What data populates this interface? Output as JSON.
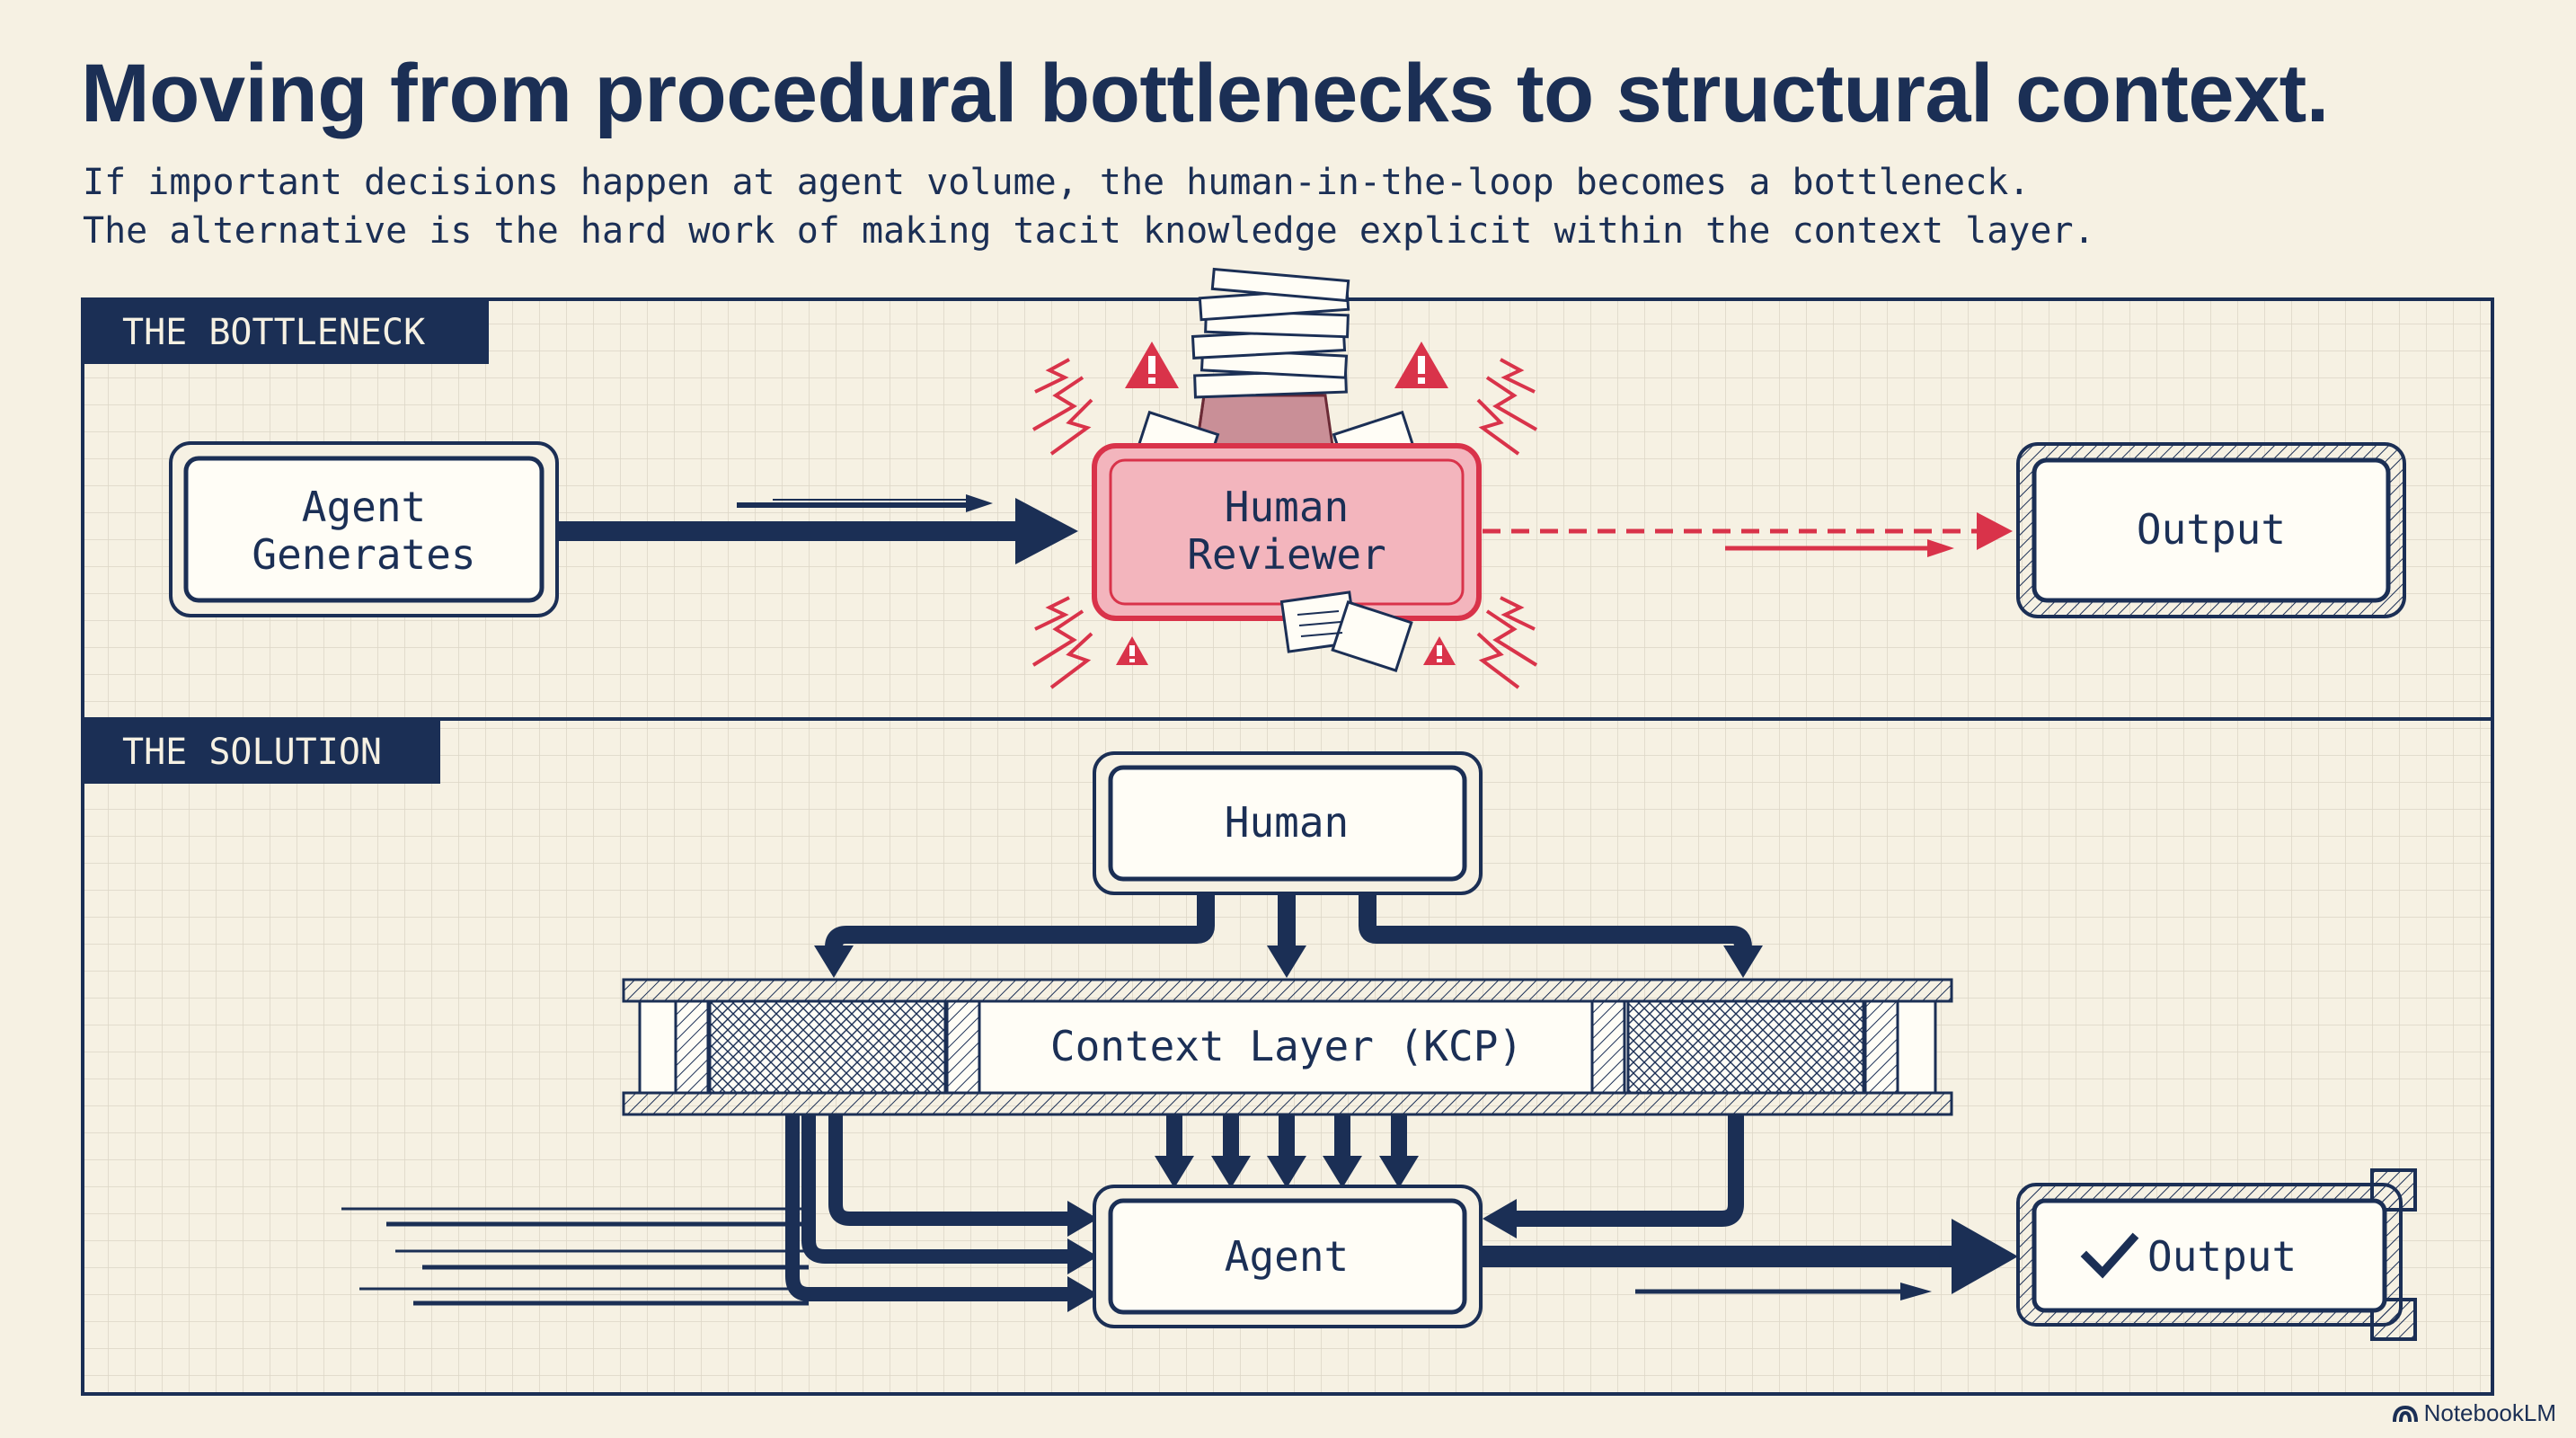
{
  "title": "Moving from procedural bottlenecks to structural context.",
  "subtitle_lines": [
    "If important decisions happen at agent volume, the human-in-the-loop becomes a bottleneck.",
    "The alternative is the hard work of making tacit knowledge explicit within the context layer."
  ],
  "bottleneck": {
    "label": "THE BOTTLENECK",
    "agent_line1": "Agent",
    "agent_line2": "Generates",
    "reviewer_line1": "Human",
    "reviewer_line2": "Reviewer",
    "output": "Output"
  },
  "solution": {
    "label": "THE SOLUTION",
    "human": "Human",
    "context_layer": "Context Layer (KCP)",
    "agent": "Agent",
    "output": "Output"
  },
  "branding": {
    "name": "NotebookLM"
  },
  "colors": {
    "navy": "#1b2f55",
    "red": "#d9334a",
    "background": "#f6f1e3"
  }
}
